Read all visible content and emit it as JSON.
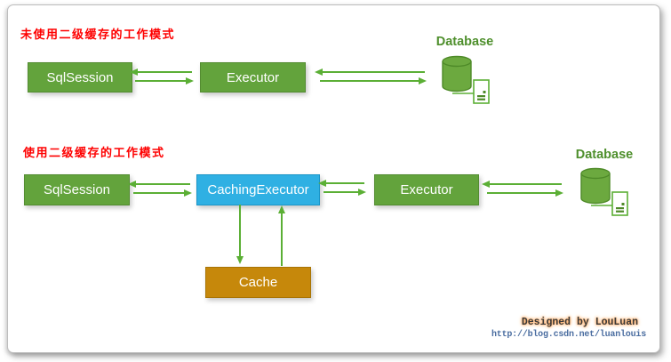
{
  "diagram": {
    "sections": [
      {
        "title": "未使用二级缓存的工作模式",
        "boxes": {
          "sqlsession": "SqlSession",
          "executor": "Executor"
        },
        "database_label": "Database"
      },
      {
        "title": "使用二级缓存的工作模式",
        "boxes": {
          "sqlsession": "SqlSession",
          "caching_executor": "CachingExecutor",
          "executor": "Executor",
          "cache": "Cache"
        },
        "database_label": "Database"
      }
    ],
    "colors": {
      "box_green": "#63a33c",
      "box_blue": "#2fb0e3",
      "box_gold": "#c6880b",
      "arrow_green": "#5baf35",
      "title_red": "#fe0000",
      "database_label_green": "#4e8f2c",
      "box_text": "#ffffff",
      "credit_text": "#3a3a3a",
      "credit_glow": "#ffa558",
      "url_blue": "#4a6da0"
    }
  },
  "credits": {
    "designed_by": "Designed by LouLuan",
    "url": "http://blog.csdn.net/luanlouis"
  }
}
